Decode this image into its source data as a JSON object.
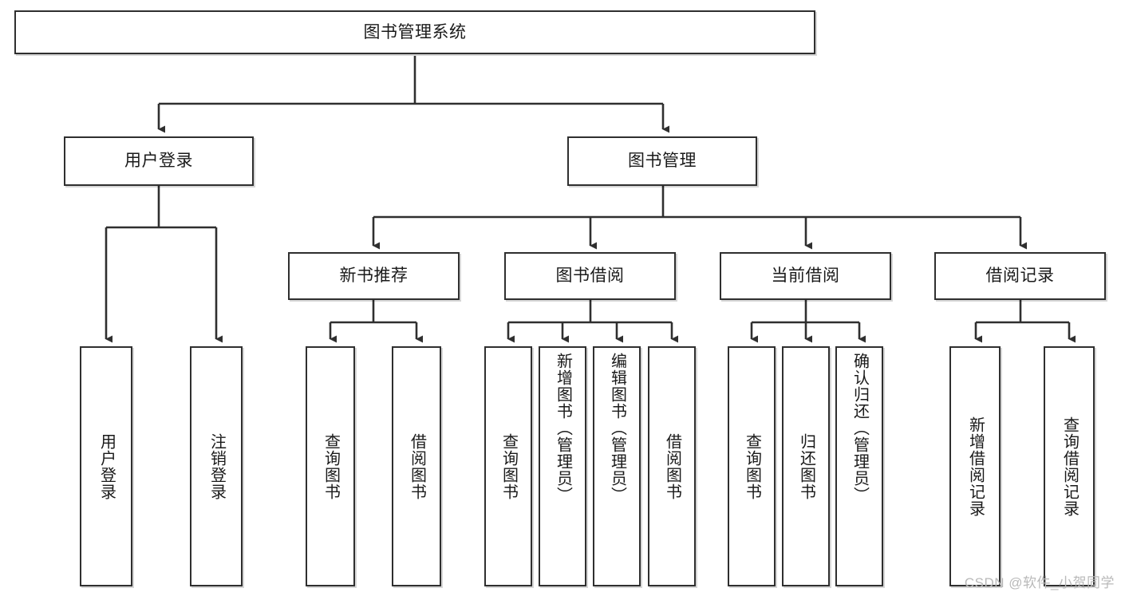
{
  "diagram": {
    "type": "tree-hierarchy",
    "title": "图书管理系统",
    "root": {
      "id": "root",
      "label": "图书管理系统"
    },
    "level2": [
      {
        "id": "user-login",
        "label": "用户登录"
      },
      {
        "id": "book-management",
        "label": "图书管理"
      }
    ],
    "level3": [
      {
        "id": "new-book-recommend",
        "label": "新书推荐",
        "parent": "book-management"
      },
      {
        "id": "book-borrow",
        "label": "图书借阅",
        "parent": "book-management"
      },
      {
        "id": "current-borrow",
        "label": "当前借阅",
        "parent": "book-management"
      },
      {
        "id": "borrow-record",
        "label": "借阅记录",
        "parent": "book-management"
      }
    ],
    "leaves": [
      {
        "id": "leaf-user-login",
        "label": "用户登录",
        "parent": "user-login"
      },
      {
        "id": "leaf-logout-login",
        "label": "注销登录",
        "parent": "user-login"
      },
      {
        "id": "leaf-query-book-1",
        "label": "查询图书",
        "parent": "new-book-recommend"
      },
      {
        "id": "leaf-borrow-book-1",
        "label": "借阅图书",
        "parent": "new-book-recommend"
      },
      {
        "id": "leaf-query-book-2",
        "label": "查询图书",
        "parent": "book-borrow"
      },
      {
        "id": "leaf-add-book",
        "label": "新增图书（管理员）",
        "parent": "book-borrow"
      },
      {
        "id": "leaf-edit-book",
        "label": "编辑图书（管理员）",
        "parent": "book-borrow"
      },
      {
        "id": "leaf-borrow-book-2",
        "label": "借阅图书",
        "parent": "book-borrow"
      },
      {
        "id": "leaf-query-book-3",
        "label": "查询图书",
        "parent": "current-borrow"
      },
      {
        "id": "leaf-return-book",
        "label": "归还图书",
        "parent": "current-borrow"
      },
      {
        "id": "leaf-confirm-return",
        "label": "确认归还（管理员）",
        "parent": "current-borrow"
      },
      {
        "id": "leaf-add-record",
        "label": "新增借阅记录",
        "parent": "borrow-record"
      },
      {
        "id": "leaf-query-record",
        "label": "查询借阅记录",
        "parent": "borrow-record"
      }
    ]
  },
  "watermark": {
    "text": "CSDN @软件_小贺同学"
  },
  "colors": {
    "border": "#2f2f2f",
    "box_fill": "#ffffff",
    "text": "#1a1a1a",
    "background": "#ffffff",
    "watermark": "#b9b9b9"
  }
}
